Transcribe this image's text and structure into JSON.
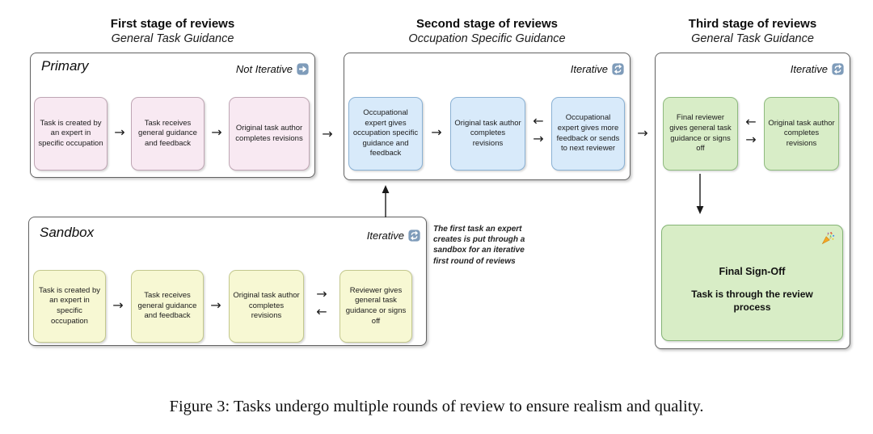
{
  "glyphs": {
    "right": "→",
    "left": "←"
  },
  "stage1": {
    "title": "First stage of reviews",
    "subtitle": "General Task Guidance"
  },
  "stage2": {
    "title": "Second stage of reviews",
    "subtitle": "Occupation Specific Guidance",
    "mode": "Iterative",
    "boxes": [
      "Occupational expert gives occupation specific guidance and feedback",
      "Original task author completes revisions",
      "Occupational expert gives more feedback or sends to next reviewer"
    ]
  },
  "stage3": {
    "title": "Third stage of reviews",
    "subtitle": "General Task Guidance",
    "mode": "Iterative",
    "boxes": [
      "Final reviewer gives general task guidance or signs off",
      "Original task author completes revisions"
    ],
    "final": {
      "title": "Final Sign-Off",
      "body": "Task is through the review process"
    }
  },
  "primary": {
    "label": "Primary",
    "mode": "Not Iterative",
    "boxes": [
      "Task is created by an expert in specific occupation",
      "Task receives general guidance and feedback",
      "Original task author completes revisions"
    ]
  },
  "sandbox": {
    "label": "Sandbox",
    "mode": "Iterative",
    "boxes": [
      "Task is created by an expert in specific occupation",
      "Task receives general guidance and feedback",
      "Original task author completes revisions",
      "Reviewer gives general task guidance or signs off"
    ]
  },
  "note": "The first task an expert creates is put through a sandbox for an iterative first round of reviews",
  "caption": "Figure 3: Tasks undergo multiple rounds of review to ensure realism and quality.",
  "colors": {
    "pink_fill": "#f8e9f2",
    "pink_border": "#bfa6b4",
    "blue_fill": "#d8eafa",
    "blue_border": "#8ab1d4",
    "yellow_fill": "#f7f8d3",
    "yellow_border": "#c3c88e",
    "green_fill": "#d8edc7",
    "green_border": "#8eba7e",
    "final_fill": "#d8edc6",
    "final_border": "#84b375",
    "icon_badge": "#7f9cba",
    "panel_border": "#636363"
  }
}
